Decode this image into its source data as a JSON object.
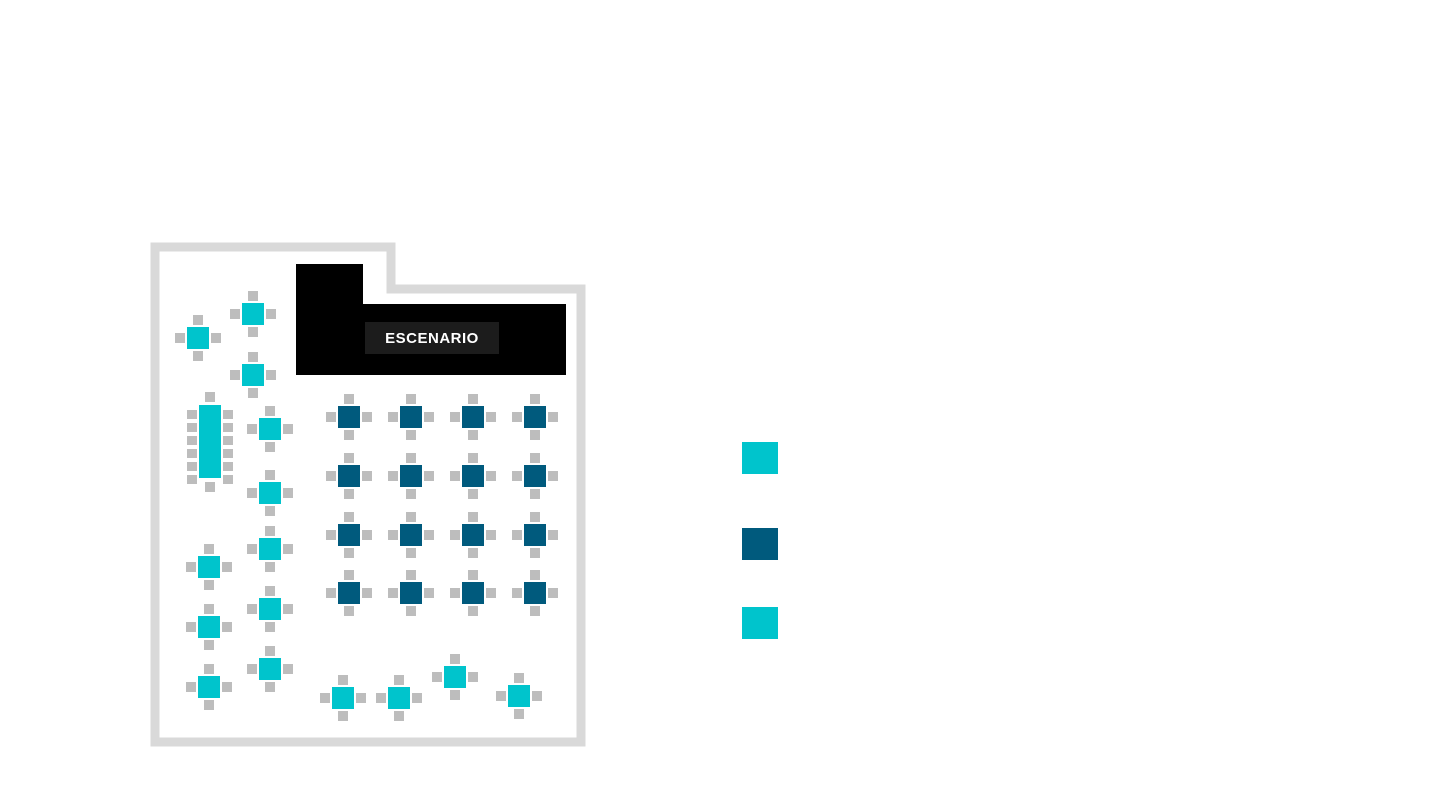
{
  "stage": {
    "label": "ESCENARIO"
  },
  "colors": {
    "wall": "#d9d9d9",
    "stage": "#000000",
    "stage_label_bg": "#1c1c1c",
    "chair": "#bdbdbd",
    "table_light": "#00c4cc",
    "table_dark": "#005a7d"
  },
  "legend": [
    {
      "color": "table_light"
    },
    {
      "color": "table_dark"
    },
    {
      "color": "table_light"
    }
  ]
}
